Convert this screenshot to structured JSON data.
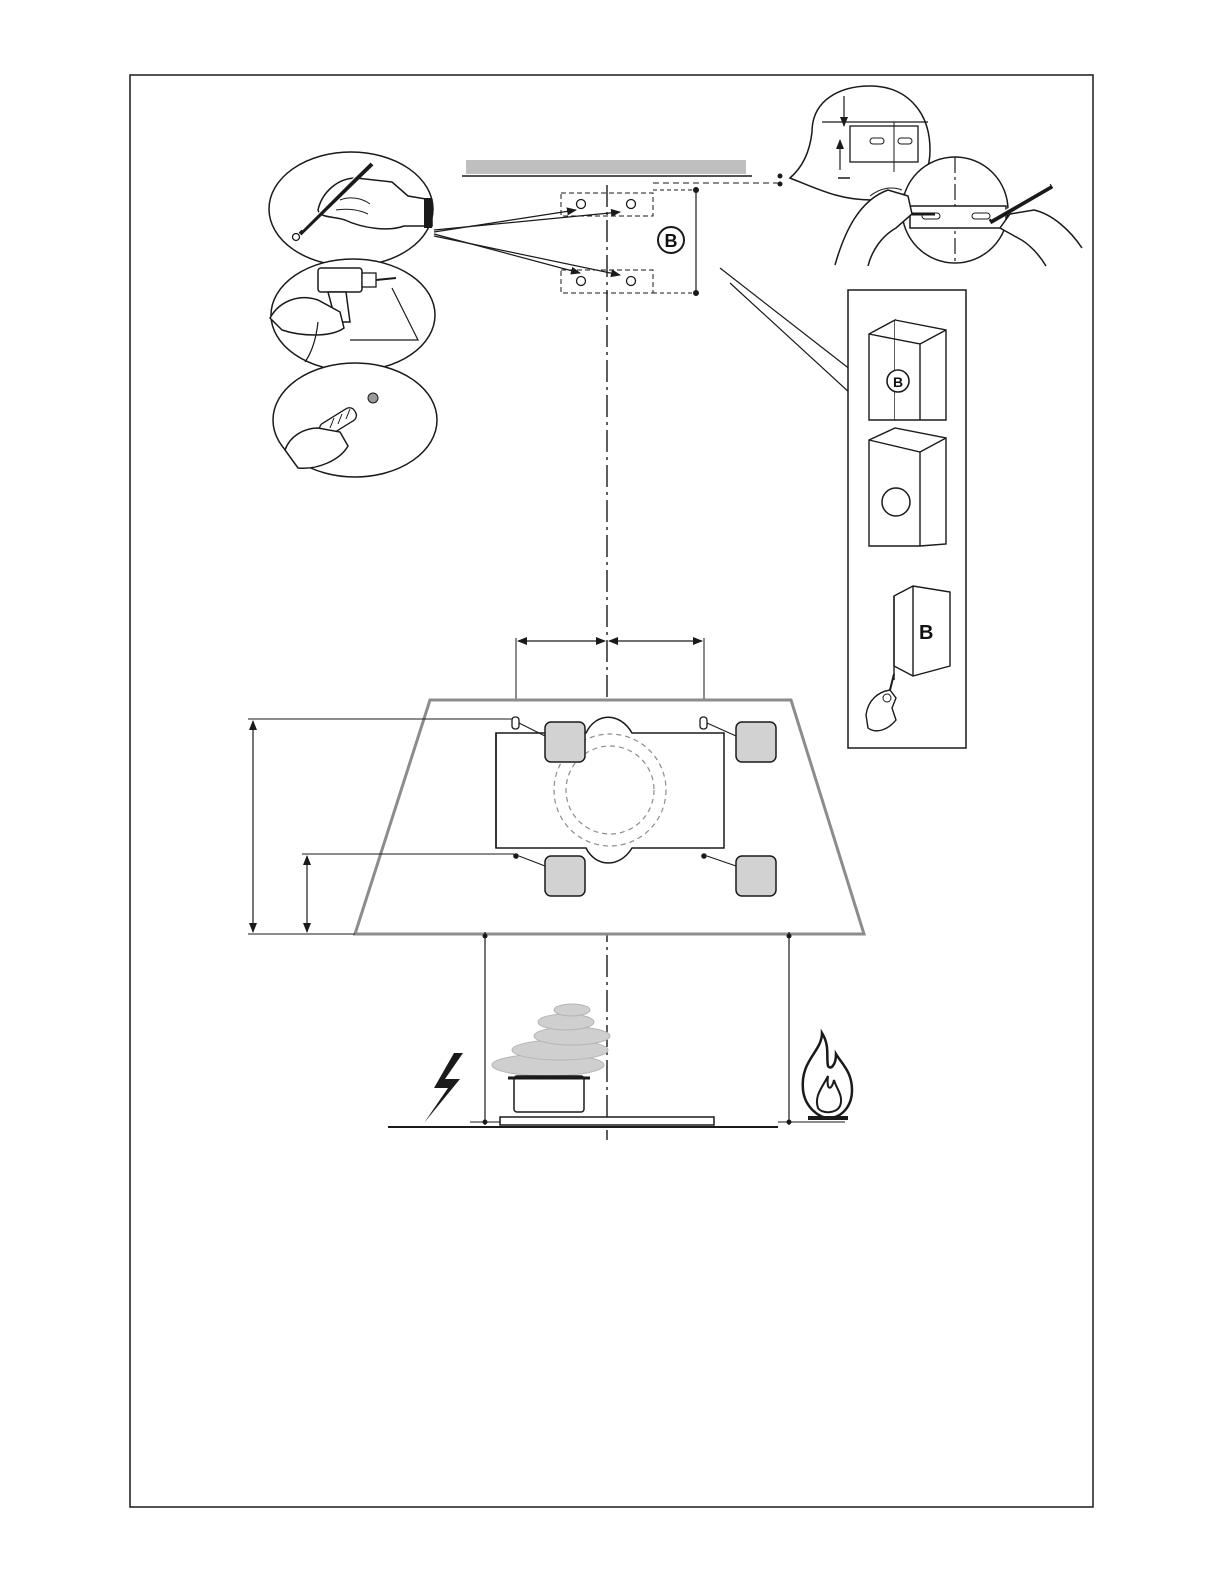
{
  "labels": {
    "bracket_circle": "B",
    "panel_b_circle": "B",
    "panel_b_letter": "B"
  },
  "colors": {
    "ink": "#1a1a1a",
    "ceiling": "#bfbfbf",
    "hood_outline": "#8c8c8c",
    "pad_fill": "#d2d2d2",
    "steam": "#cfcfcf"
  },
  "icons": {
    "step_mark": "hand-marking-pencil-icon",
    "step_drill": "hand-drill-icon",
    "step_plug": "wall-plug-insert-icon",
    "electric": "lightning-bolt-icon",
    "flame": "gas-flame-icon",
    "pot": "cooking-pot-icon"
  }
}
